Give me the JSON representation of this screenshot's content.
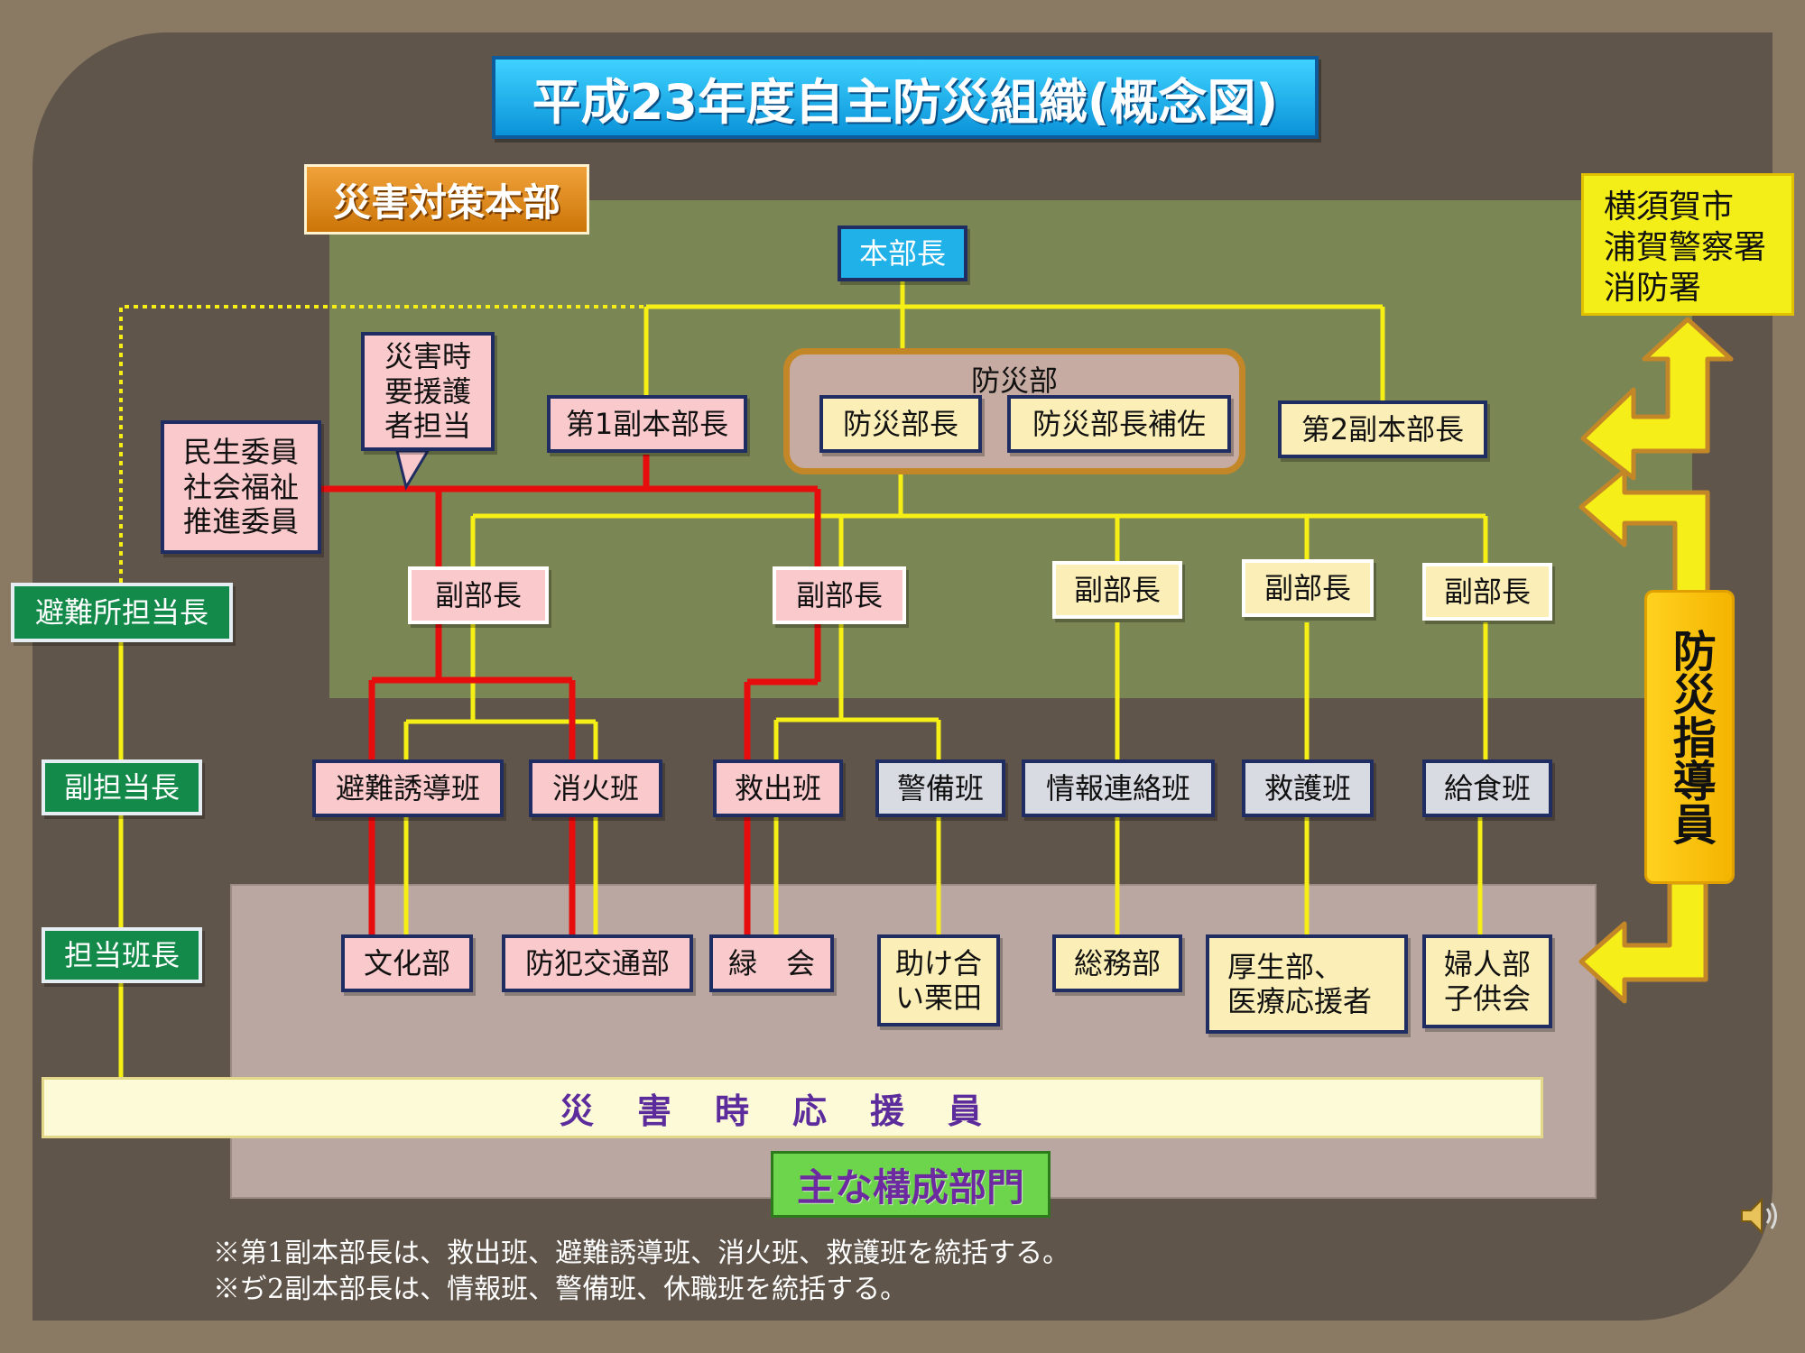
{
  "title": "平成23年度自主防災組織(概念図)",
  "hq_label": "災害対策本部",
  "hq_chief": "本部長",
  "vice_chief_1": "第1副本部長",
  "vice_chief_2": "第2副本部長",
  "bousai_dept": {
    "label": "防災部",
    "head": "防災部長",
    "assistant": "防災部長補佐"
  },
  "special_needs": "災害時\n要援護\n者担当",
  "welfare_members": "民生委員\n社会福祉\n推進委員",
  "shelter_staff": {
    "head": "避難所担当長",
    "deputy": "副担当長",
    "squad_leader": "担当班長"
  },
  "deputy_heads": [
    "副部長",
    "副部長",
    "副部長",
    "副部長",
    "副部長"
  ],
  "squads": [
    "避難誘導班",
    "消火班",
    "救出班",
    "警備班",
    "情報連絡班",
    "救護班",
    "給食班"
  ],
  "units": [
    "文化部",
    "防犯交通部",
    "緑　会",
    "助け合\nい栗田",
    "総務部",
    "厚生部、\n医療応援者",
    "婦人部\n子供会"
  ],
  "external": "横須賀市\n浦賀警察署\n消防署",
  "advisor": "防災指導員",
  "supporters": "災害時応援員",
  "main_units_label": "主な構成部門",
  "notes": [
    "※第1副本部長は、救出班、避難誘導班、消火班、救護班を統括する。",
    "※ぢ2副本部長は、情報班、警備班、休職班を統括する。"
  ],
  "colors": {
    "yellow_line": "#f6ef16",
    "red_line": "#e80d0d",
    "pink": "#f9c9cc",
    "cream": "#fbeeb6",
    "grey": "#d9dbe3",
    "green": "#138a4a"
  },
  "icons": [
    "speaker-icon",
    "arrow-left-icon",
    "arrow-up-icon"
  ]
}
